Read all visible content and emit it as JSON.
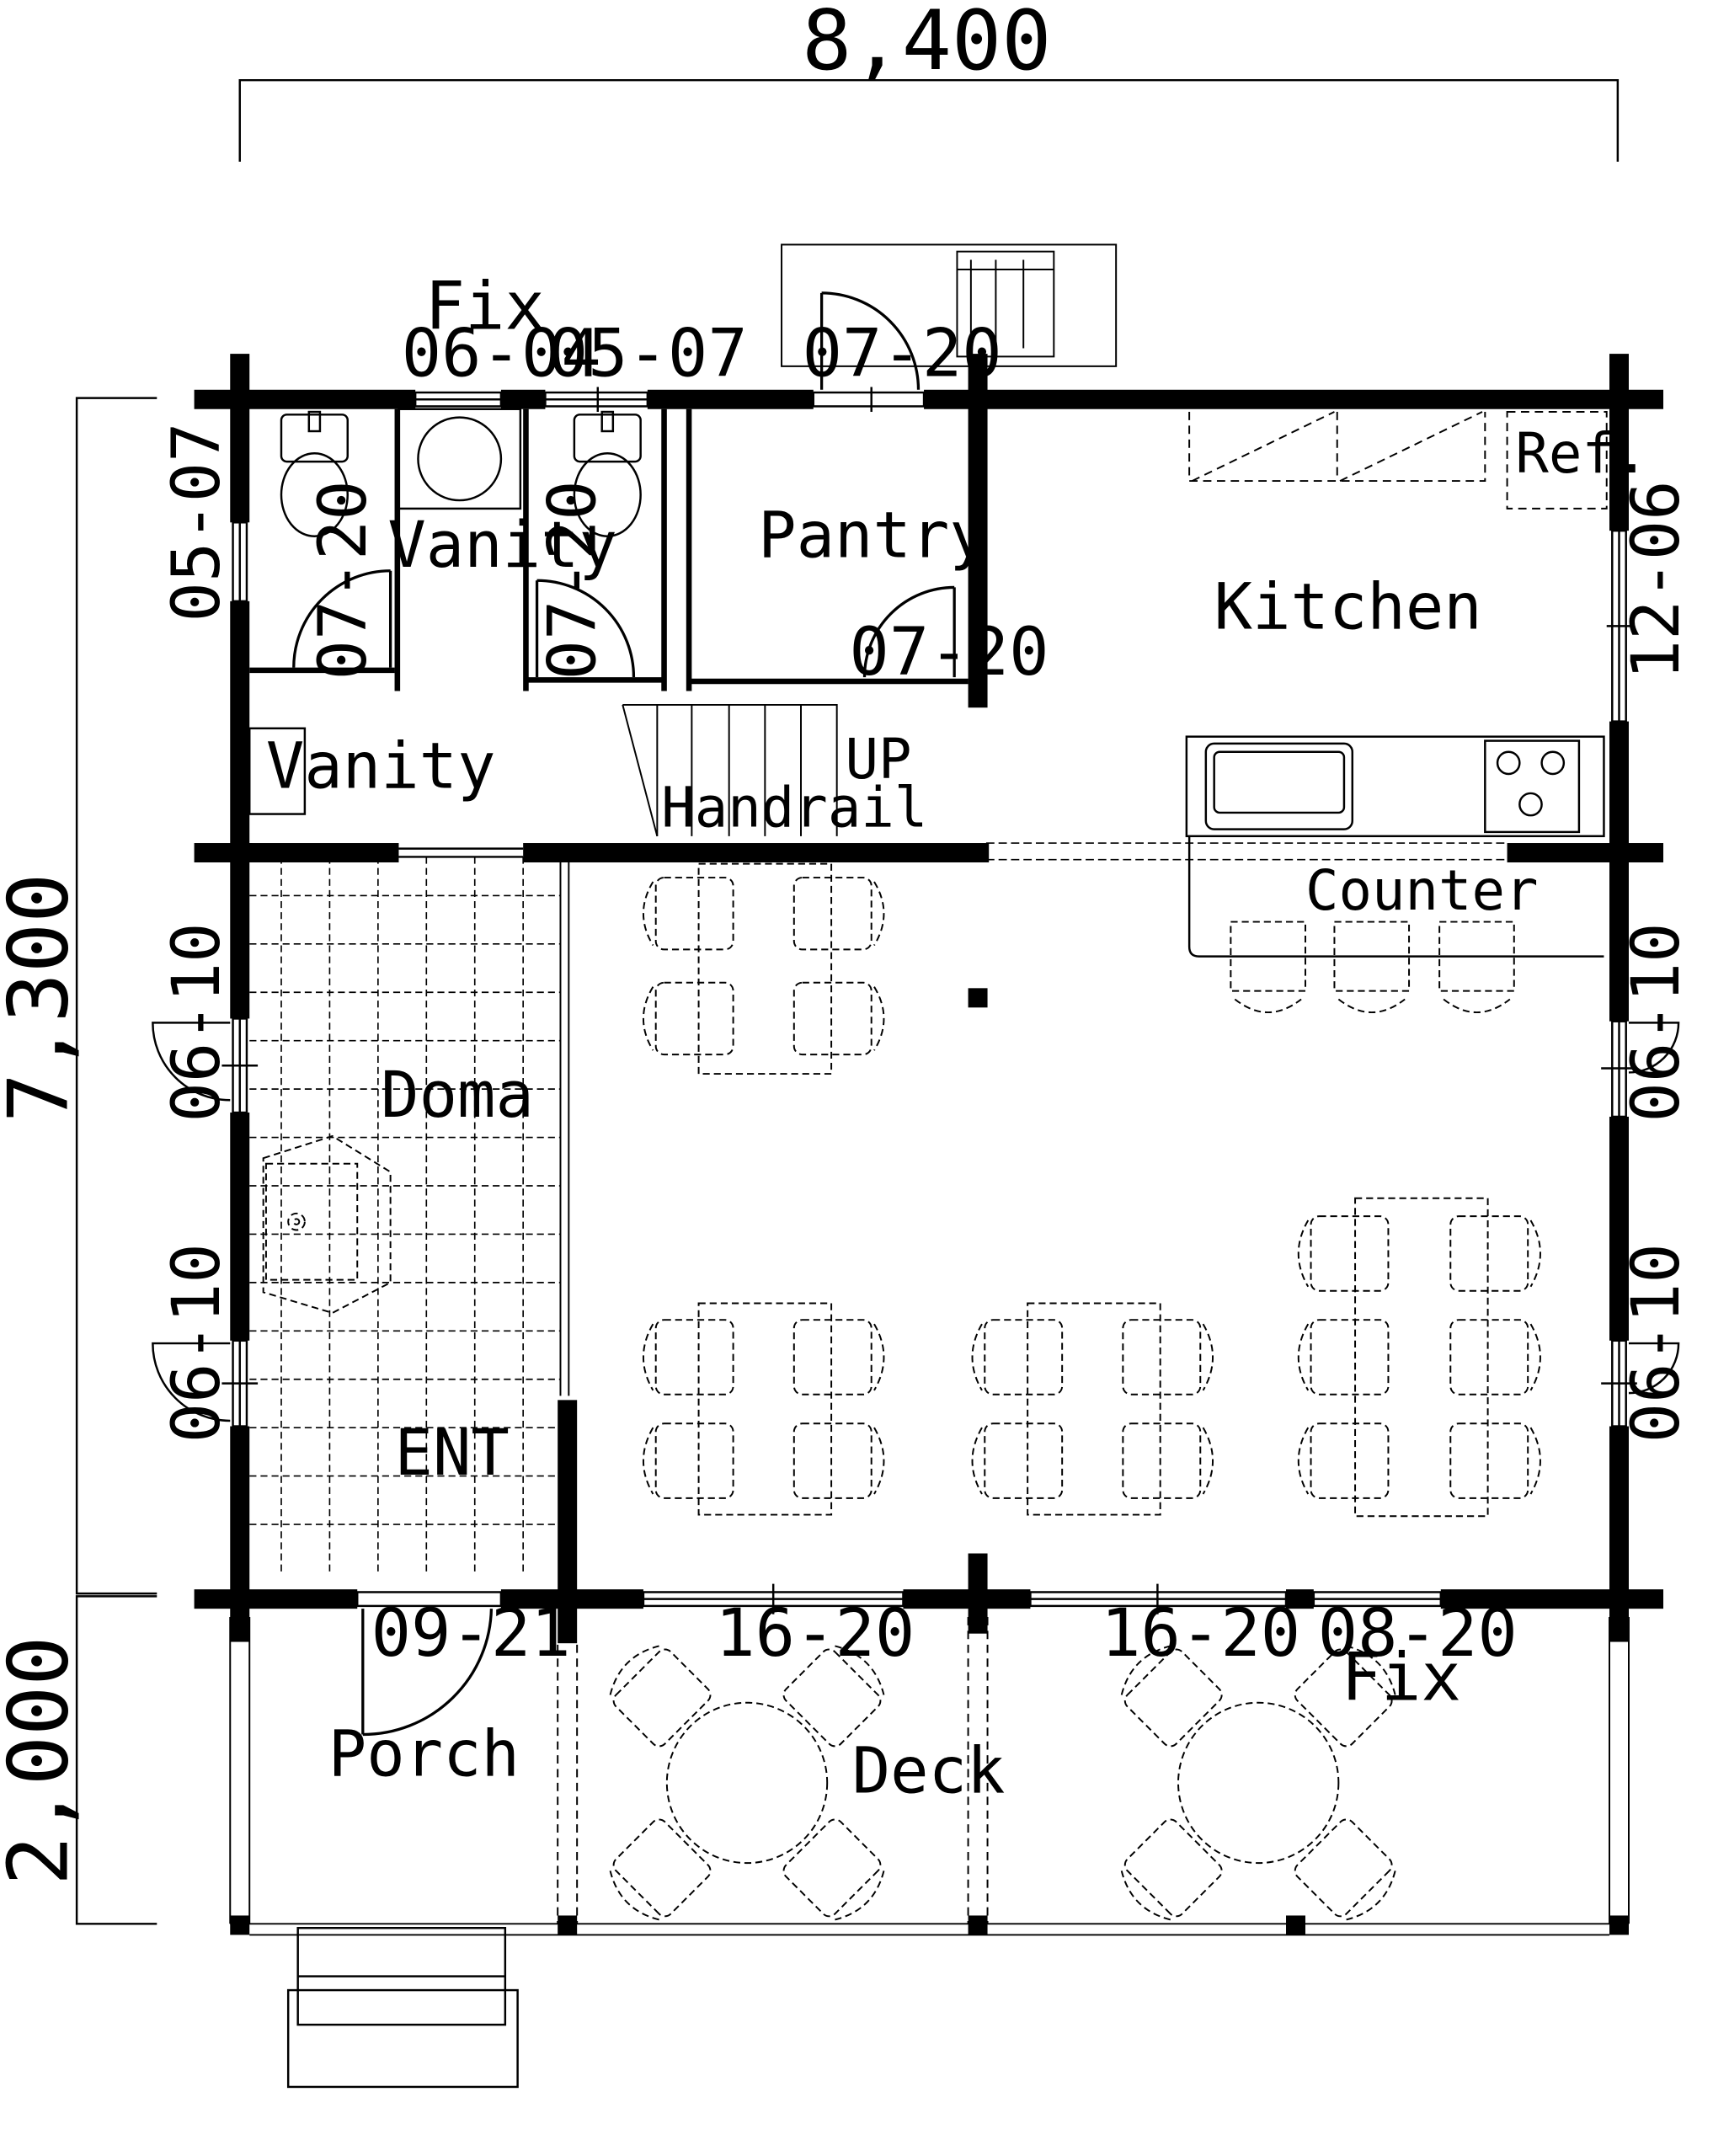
{
  "dimensions": {
    "width": "8,400",
    "depth_main": "7,300",
    "depth_deck": "2,000"
  },
  "rooms": {
    "vanity_upper": "Vanity",
    "vanity_lower": "Vanity",
    "pantry": "Pantry",
    "kitchen": "Kitchen",
    "ref": "Ref.",
    "up": "UP",
    "handrail": "Handrail",
    "counter": "Counter",
    "doma": "Doma",
    "ent": "ENT",
    "porch": "Porch",
    "deck": "Deck"
  },
  "openings": {
    "fix_top": "Fix",
    "w_06_04": "06-04",
    "w_05_07_top": "05-07",
    "d_07_20_top": "07-20",
    "w_05_07_left": "05-07",
    "d_07_20_wc1": "07-20",
    "d_07_20_wc2": "07-20",
    "d_07_20_pantry": "07-20",
    "w_12_06": "12-06",
    "w_06_10_left_upper": "06-10",
    "w_06_10_left_lower": "06-10",
    "w_06_10_right_upper": "06-10",
    "w_06_10_right_lower": "06-10",
    "d_09_21": "09-21",
    "w_16_20_a": "16-20",
    "w_16_20_b": "16-20",
    "w_08_20": "08-20",
    "fix_bottom": "Fix"
  }
}
